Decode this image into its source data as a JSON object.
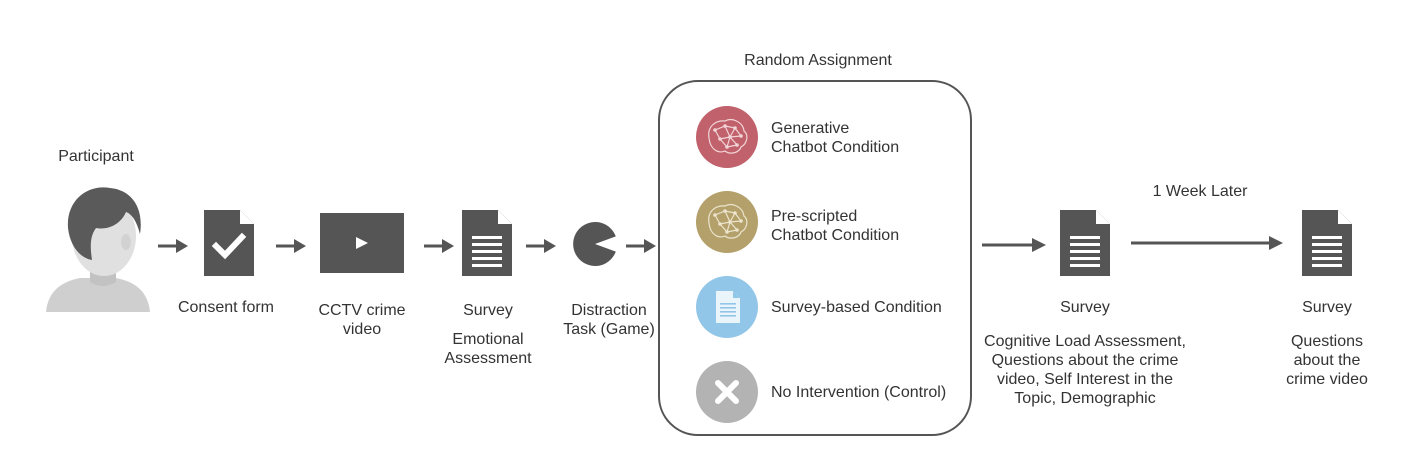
{
  "diagram": {
    "participant_label": "Participant",
    "steps": {
      "consent": "Consent form",
      "video_line1": "CCTV crime",
      "video_line2": "video",
      "survey1_title": "Survey",
      "survey1_line1": "Emotional",
      "survey1_line2": "Assessment",
      "distraction_line1": "Distraction",
      "distraction_line2": "Task (Game)"
    },
    "random_assignment": {
      "title": "Random Assignment",
      "conditions": [
        {
          "line1": "Generative",
          "line2": "Chatbot Condition",
          "color": "#c0616b"
        },
        {
          "line1": "Pre-scripted",
          "line2": "Chatbot Condition",
          "color": "#b3a06a"
        },
        {
          "line1": "Survey-based Condition",
          "line2": "",
          "color": "#92c6e8"
        },
        {
          "line1": "No Intervention (Control)",
          "line2": "",
          "color": "#b3b3b3"
        }
      ]
    },
    "post_survey": {
      "title": "Survey",
      "lines": [
        "Cognitive Load Assessment,",
        "Questions about the crime",
        "video, Self Interest in the",
        "Topic, Demographic"
      ]
    },
    "delay_label": "1 Week Later",
    "final_survey": {
      "title": "Survey",
      "lines": [
        "Questions",
        "about the",
        "crime video"
      ]
    },
    "colors": {
      "icon_gray": "#555555",
      "arrow_gray": "#555555",
      "text": "#333333"
    }
  }
}
